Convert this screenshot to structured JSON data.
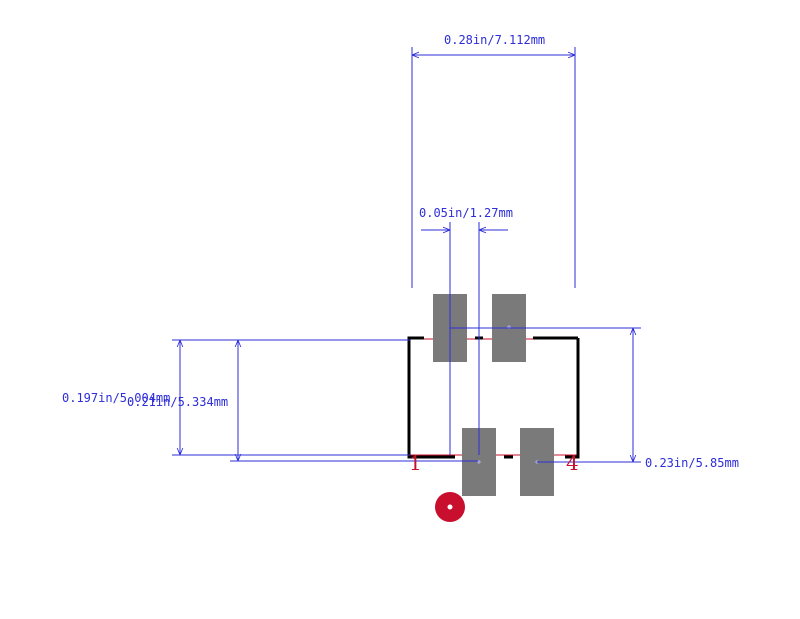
{
  "dimensions": {
    "overall_width": "0.28in/7.112mm",
    "pitch": "0.05in/1.27mm",
    "body_height_a": "0.197in/5.004mm",
    "body_height_b": "0.21in/5.334mm",
    "pad_span": "0.23in/5.85mm"
  },
  "pins": {
    "first": "1",
    "last": "4"
  },
  "colors": {
    "dimension": "#2d2dd9",
    "pad": "#7a7a7a",
    "silkscreen": "#000000",
    "courtyard": "#c8102e",
    "pin1_marker": "#c8102e"
  }
}
